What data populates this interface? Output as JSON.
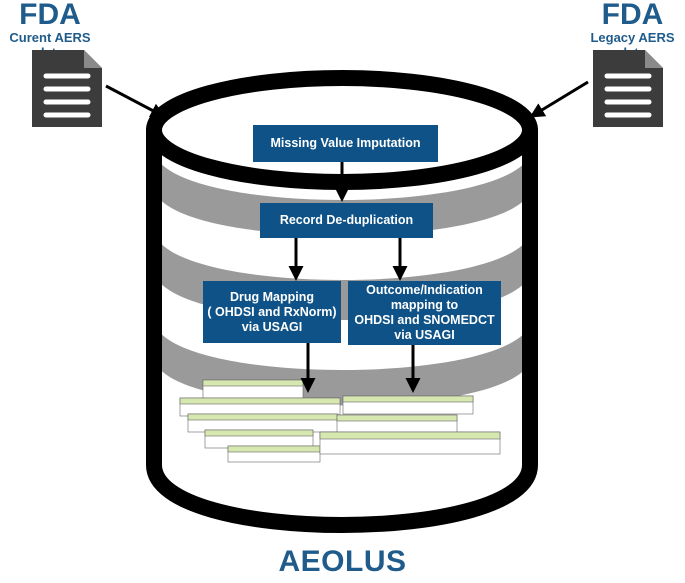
{
  "sources": {
    "left": {
      "title": "FDA",
      "subtitle": "Curent AERS data",
      "icon": "document-icon"
    },
    "right": {
      "title": "FDA",
      "subtitle": "Legacy AERS data",
      "icon": "document-icon"
    }
  },
  "steps": {
    "imputation": "Missing Value Imputation",
    "dedup": "Record De-duplication",
    "drug_mapping": "Drug Mapping\n( OHDSI and RxNorm)\nvia   USAGI",
    "outcome_mapping": "Outcome/Indication\nmapping to\nOHDSI and SNOMEDCT\nvia USAGI"
  },
  "footer": {
    "label": "AEOLUS"
  },
  "colors": {
    "box": "#0e5287",
    "title": "#1f5c8b",
    "band": "#9a9a9a",
    "table_header": "#d6e8b0"
  }
}
